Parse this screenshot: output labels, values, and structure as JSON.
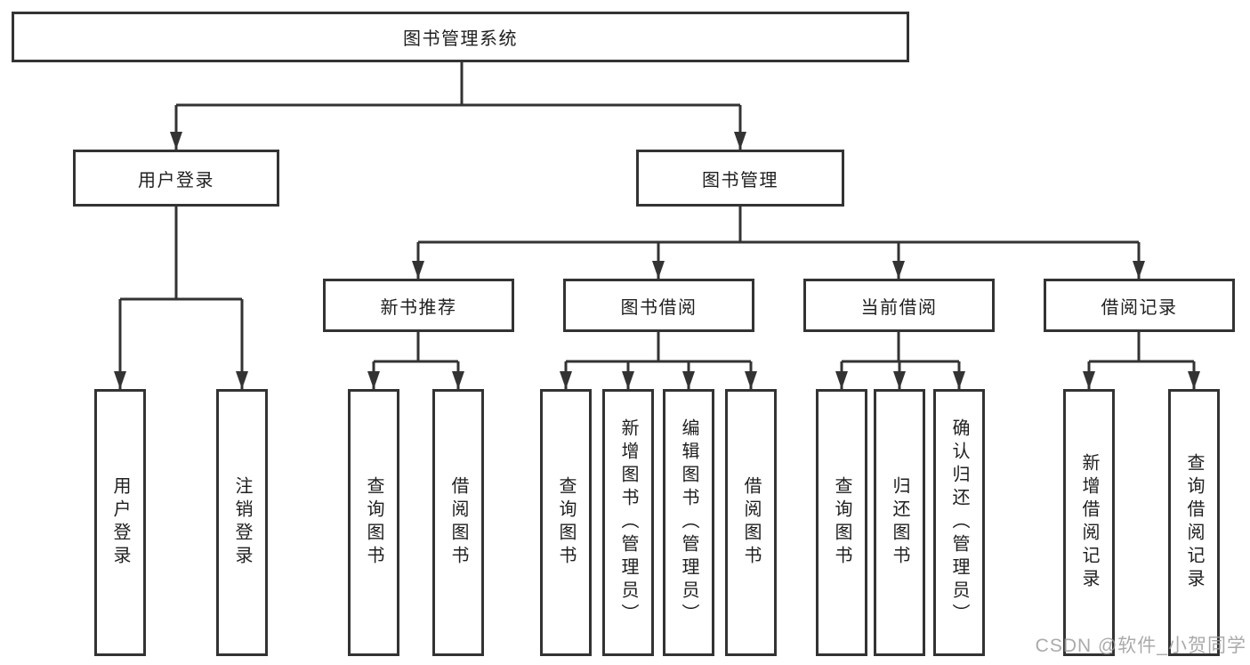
{
  "diagram": {
    "title": "图书管理系统",
    "branches": [
      {
        "label": "用户登录",
        "children": [
          {
            "label": "用户登录"
          },
          {
            "label": "注销登录"
          }
        ]
      },
      {
        "label": "图书管理",
        "children": [
          {
            "label": "新书推荐",
            "children": [
              {
                "label": "查询图书"
              },
              {
                "label": "借阅图书"
              }
            ]
          },
          {
            "label": "图书借阅",
            "children": [
              {
                "label": "查询图书"
              },
              {
                "label": "新增图书（管理员）"
              },
              {
                "label": "编辑图书（管理员）"
              },
              {
                "label": "借阅图书"
              }
            ]
          },
          {
            "label": "当前借阅",
            "children": [
              {
                "label": "查询图书"
              },
              {
                "label": "归还图书"
              },
              {
                "label": "确认归还（管理员）"
              }
            ]
          },
          {
            "label": "借阅记录",
            "children": [
              {
                "label": "新增借阅记录"
              },
              {
                "label": "查询借阅记录"
              }
            ]
          }
        ]
      }
    ]
  },
  "watermark": "CSDN @软件_小贺同学",
  "colors": {
    "line": "#333333",
    "text": "#1f1f1f",
    "background": "#ffffff",
    "watermark": "#9c9c9c"
  }
}
